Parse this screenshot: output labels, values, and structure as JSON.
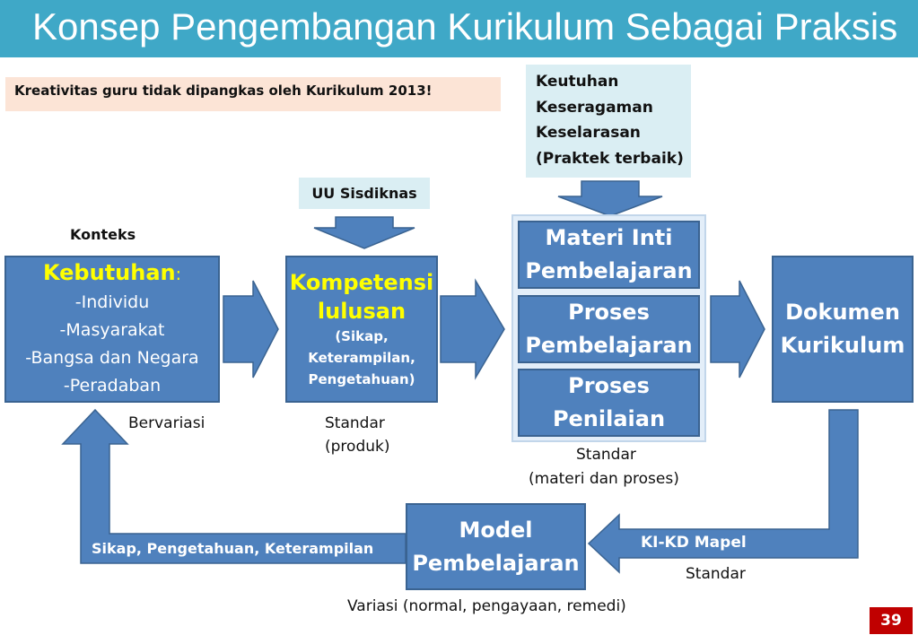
{
  "title": "Konsep Pengembangan Kurikulum Sebagai Praksis",
  "note": "Kreativitas guru tidak dipangkas oleh Kurikulum 2013!",
  "demands": {
    "line1": "Keutuhan",
    "line2": "Keseragaman",
    "line3": "Keselarasan",
    "line4": "(Praktek terbaik)"
  },
  "uu_label": "UU Sisdiknas",
  "context_label": "Konteks",
  "needs": {
    "heading": "Kebutuhan",
    "colon": ":",
    "items": [
      "-Individu",
      "-Masyarakat",
      "-Bangsa dan Negara",
      "-Peradaban"
    ]
  },
  "competency": {
    "title_line1": "Kompetensi",
    "title_line2": "lulusan",
    "sub_line1": "(Sikap,",
    "sub_line2": "Keterampilan,",
    "sub_line3": "Pengetahuan)"
  },
  "content_boxes": [
    {
      "line1": "Materi Inti",
      "line2": "Pembelajaran"
    },
    {
      "line1": "Proses",
      "line2": "Pembelajaran"
    },
    {
      "line1": "Proses",
      "line2": "Penilaian"
    }
  ],
  "document": {
    "line1": "Dokumen",
    "line2": "Kurikulum"
  },
  "model": {
    "line1": "Model",
    "line2": "Pembelajaran"
  },
  "labels": {
    "bervariasi": "Bervariasi",
    "standar_produk_1": "Standar",
    "standar_produk_2": "(produk)",
    "standar_materi_1": "Standar",
    "standar_materi_2": "(materi dan proses)",
    "ki_kd": "KI-KD Mapel",
    "standar_ki": "Standar",
    "sikap": "Sikap, Pengetahuan, Keterampilan",
    "variasi": "Variasi (normal, pengayaan, remedi)"
  },
  "slide_number": "39",
  "colors": {
    "title_bar": "#3fa8c7",
    "box_fill": "#4f81bd",
    "note_bg": "#fce4d6",
    "demands_bg": "#daeef3",
    "slide_number_bg": "#c00000"
  }
}
